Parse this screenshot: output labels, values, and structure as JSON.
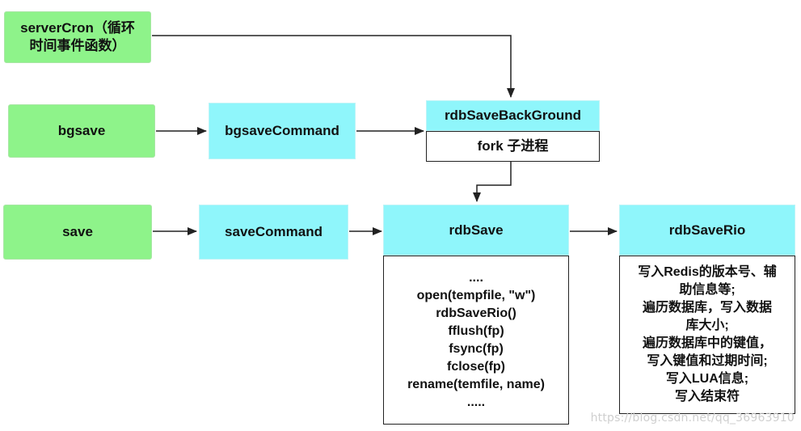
{
  "nodes": {
    "server_cron": {
      "line1": "serverCron（循环",
      "line2": "时间事件函数）"
    },
    "bgsave": "bgsave",
    "bgsave_command": "bgsaveCommand",
    "rdb_save_background": "rdbSaveBackGround",
    "fork_child": "fork 子进程",
    "save": "save",
    "save_command": "saveCommand",
    "rdb_save": "rdbSave",
    "rdb_save_rio": "rdbSaveRio"
  },
  "rdb_save_steps": [
    "....",
    "open(tempfile, \"w\")",
    "rdbSaveRio()",
    "fflush(fp)",
    "fsync(fp)",
    "fclose(fp)",
    "rename(temfile, name)",
    "....."
  ],
  "rdb_save_rio_steps": [
    "写入Redis的版本号、辅",
    "助信息等;",
    "遍历数据库，写入数据",
    "库大小;",
    "遍历数据库中的键值，",
    "写入键值和过期时间;",
    "写入LUA信息;",
    "写入结束符"
  ],
  "watermark": "https://blog.csdn.net/qq_36963910",
  "colors": {
    "green_box": "#8ef38a",
    "cyan_box": "#8ff6fb",
    "arrow": "#222222"
  }
}
